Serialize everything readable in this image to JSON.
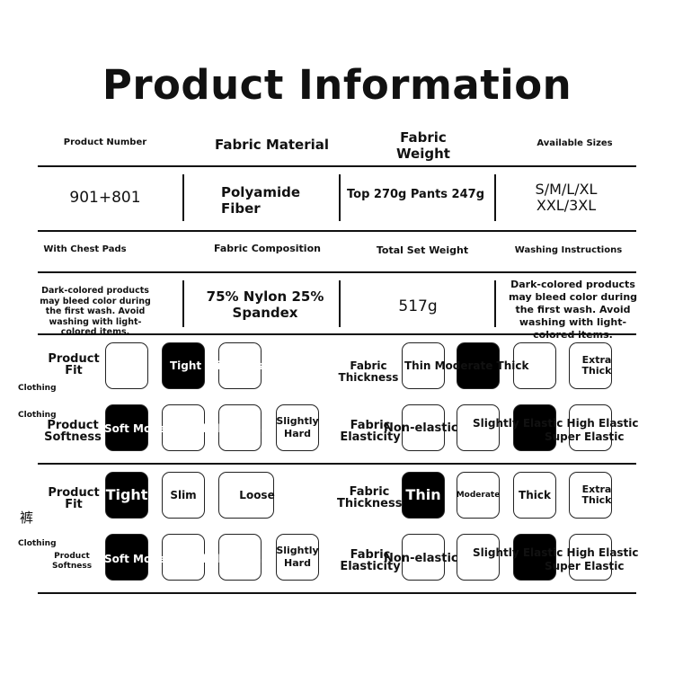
{
  "title": "Product Information",
  "headers1": {
    "product_number": "Product Number",
    "fabric_material": "Fabric Material",
    "fabric_weight": "Fabric Weight",
    "available_sizes": "Available Sizes"
  },
  "values1": {
    "product_number": "901+801",
    "fabric_material": "Polyamide Fiber",
    "fabric_weight": "Top 270g Pants 247g",
    "sizes_line1": "S/M/L/XL",
    "sizes_line2": "XXL/3XL"
  },
  "headers2": {
    "chest_pads": "With Chest Pads",
    "composition": "Fabric Composition",
    "total_weight": "Total Set Weight",
    "washing": "Washing Instructions"
  },
  "values2": {
    "chest_pads_note": "Dark-colored products may bleed color during the first wash. Avoid washing with light-colored items.",
    "composition": "75% Nylon 25% Spandex",
    "total_weight": "517g",
    "washing_note": "Dark-colored products may bleed color during the first wash. Avoid washing with light-colored items."
  },
  "clothing": {
    "side_label_a": "Clothing",
    "side_label_b": "Clothing",
    "fit_label": "Product Fit",
    "fit_options": "Tight Slim Loose",
    "thickness_label": "Fabric Thickness",
    "thickness_options": "Thin Moderate Thick",
    "thickness_extra": "Extra Thick",
    "softness_label": "Product Softness",
    "softness_options": "Soft Moderate Slightly Hard",
    "softness_hard": "Slightly Hard",
    "elasticity_label": "Fabric Elasticity",
    "elasticity_none": "Non-elastic",
    "elasticity_options": "Slightly Elastic High Elastic",
    "elasticity_super": "Super Elastic"
  },
  "pants": {
    "side_char": "裤",
    "side_label": "Clothing",
    "fit_label": "Product Fit",
    "fit_tight": "Tight",
    "fit_slim": "Slim",
    "fit_loose": "Loose",
    "thickness_label": "Fabric Thickness",
    "thickness_thin": "Thin",
    "thickness_moderate": "Moderate",
    "thickness_thick": "Thick",
    "thickness_extra": "Extra Thick",
    "softness_label": "Product Softness",
    "softness_options": "Soft Moderate Slightly Hard",
    "softness_hard": "Slightly Hard",
    "elasticity_label": "Fabric Elasticity",
    "elasticity_none": "Non-elastic",
    "elasticity_options": "Slightly Elastic High Elastic",
    "elasticity_super": "Super Elastic"
  }
}
